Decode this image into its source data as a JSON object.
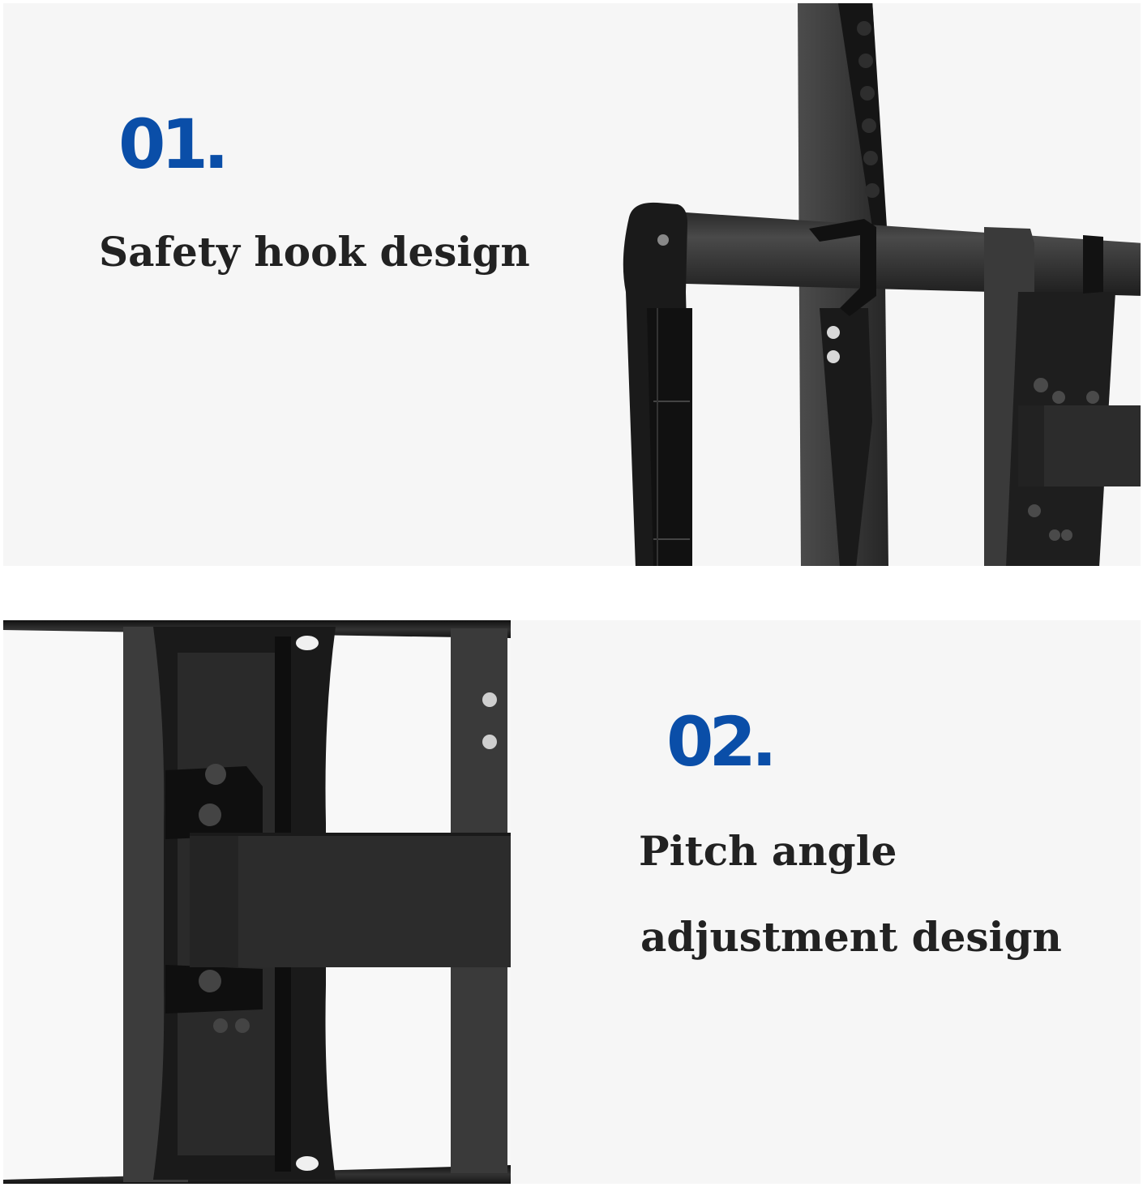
{
  "features": [
    {
      "number": "01.",
      "title_lines": [
        "Safety hook design"
      ],
      "image_alt": "tv-mount-safety-hook-closeup"
    },
    {
      "number": "02.",
      "title_lines": [
        "Pitch angle",
        "adjustment design"
      ],
      "image_alt": "tv-mount-pitch-adjustment-closeup"
    }
  ],
  "colors": {
    "accent_blue": "#0a4ea8",
    "title_text": "#222222",
    "panel_bg": "#f6f6f6",
    "metal_dark": "#1c1c1c",
    "metal_mid": "#3a3a3a",
    "metal_light": "#555555"
  }
}
